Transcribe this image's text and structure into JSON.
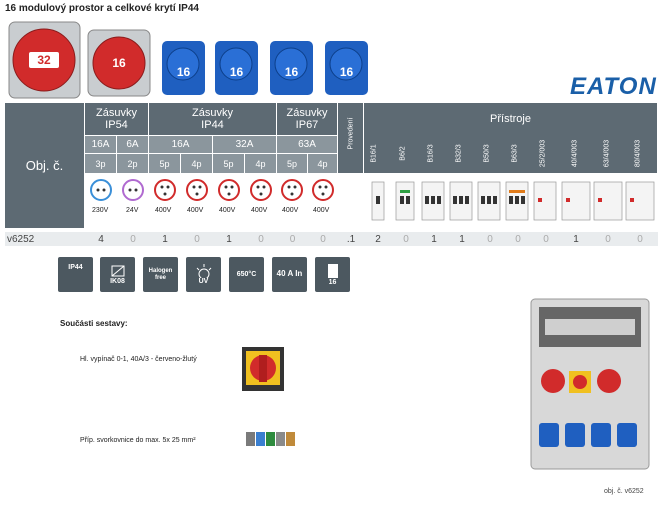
{
  "title": "16 modulový prostor a celkové krytí IP44",
  "logo": "EATON",
  "sockets": {
    "red": [
      "32",
      "16"
    ],
    "blue": [
      "16",
      "16",
      "16",
      "16"
    ]
  },
  "table": {
    "obj_label": "Obj. č.",
    "groups": [
      "Zásuvky IP54",
      "Zásuvky IP44",
      "Zásuvky IP67",
      "Provedení",
      "Přístroje"
    ],
    "currents": [
      "16A",
      "6A",
      "16A",
      "32A",
      "63A"
    ],
    "poles": [
      "3p",
      "2p",
      "5p",
      "4p",
      "5p",
      "4p",
      "5p",
      "4p"
    ],
    "voltages": [
      "230V",
      "24V",
      "400V",
      "400V",
      "400V",
      "400V",
      "400V",
      "400V"
    ],
    "devices": [
      "B16/1",
      "B6/2",
      "B16/3",
      "B32/3",
      "B50/3",
      "B63/3",
      "25/2/003",
      "40/4/003",
      "63/4/003",
      "80/4/003"
    ],
    "row_label": "v6252",
    "row_values": [
      "4",
      "0",
      "1",
      "0",
      "1",
      "0",
      "0",
      "0",
      ".1",
      "2",
      "0",
      "1",
      "1",
      "0",
      "0",
      "0",
      "1",
      "0",
      "0"
    ]
  },
  "features": [
    "IP44",
    "IK08",
    "Halogen free",
    "UV",
    "650°C",
    "40 A In",
    "16"
  ],
  "components_title": "Součásti sestavy:",
  "components": [
    "Hl. vypínač 0-1, 40A/3 - červeno-žlutý",
    "Příp. svorkovnice do max. 5x 25 mm²"
  ],
  "product_caption": "obj. č. v6252",
  "colors": {
    "header": "#5d6a73",
    "red": "#d12b2b",
    "blue": "#1f5fc0",
    "accent": "#1a5fa8"
  }
}
